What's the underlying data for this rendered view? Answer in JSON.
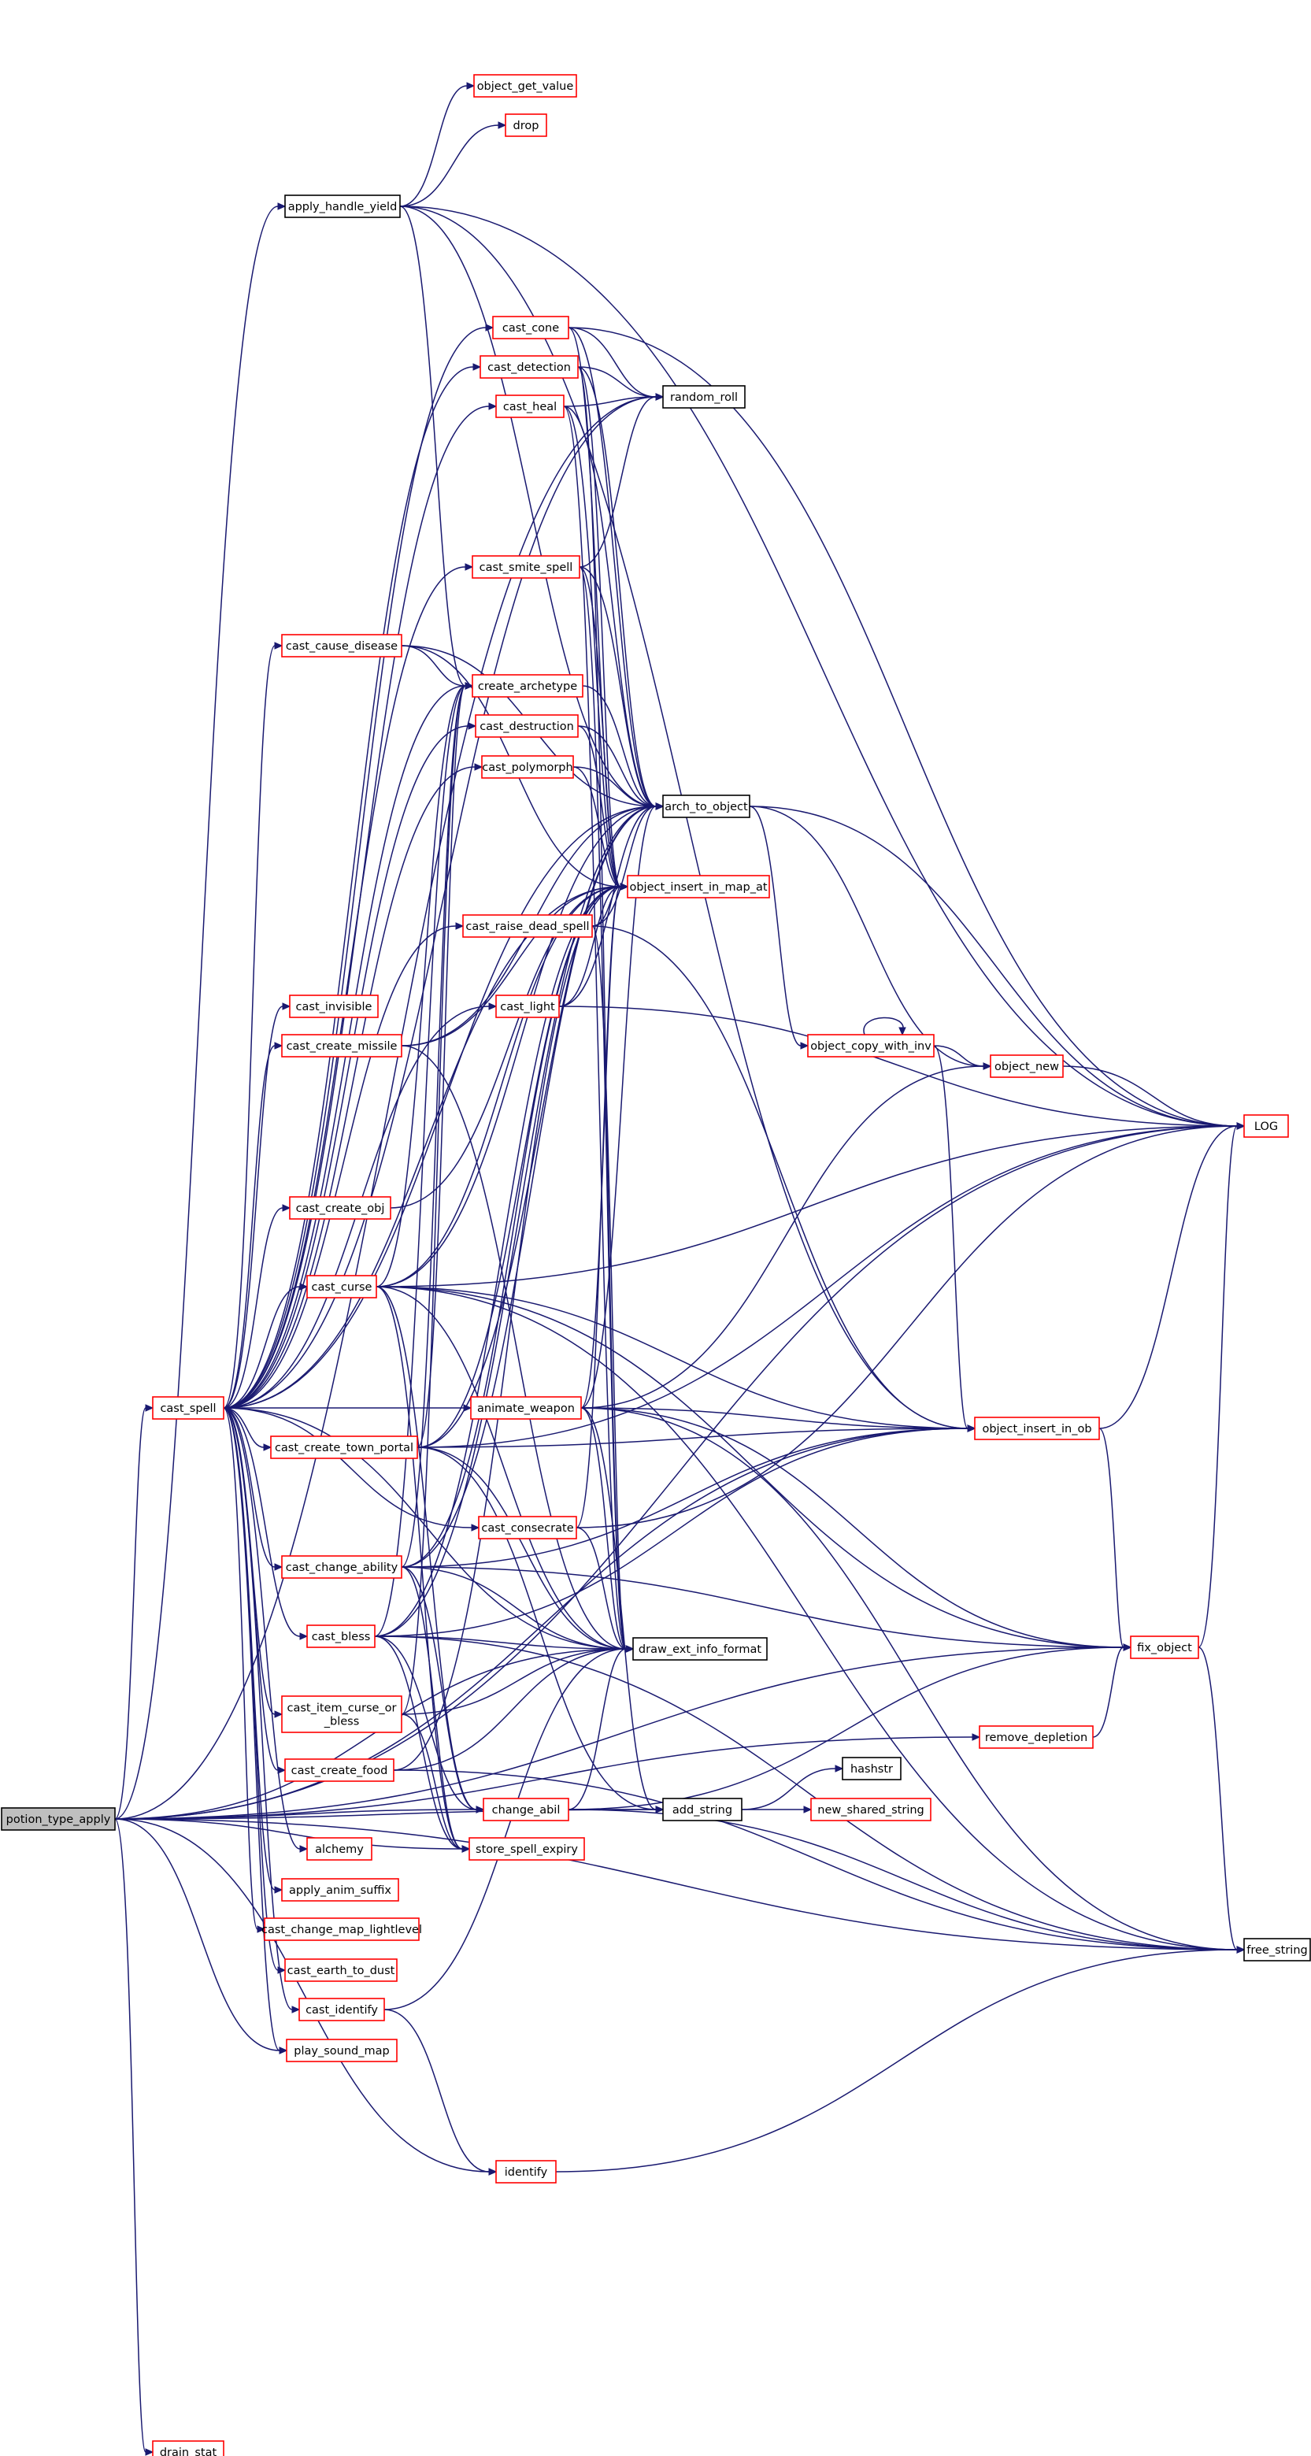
{
  "graph": {
    "colors": {
      "edge": "#191970",
      "root_fill": "#bfbfbf",
      "root_border": "#000000",
      "node_fill": "#ffffff",
      "node_border_red": "#ff0000",
      "node_border_black": "#000000",
      "text": "#000000"
    },
    "nodes": [
      {
        "id": "potion_type_apply",
        "lines": [
          "potion_type_apply"
        ],
        "style": "root"
      },
      {
        "id": "object_get_value",
        "lines": [
          "object_get_value"
        ],
        "style": "red"
      },
      {
        "id": "drop",
        "lines": [
          "drop"
        ],
        "style": "red"
      },
      {
        "id": "apply_handle_yield",
        "lines": [
          "apply_handle_yield"
        ],
        "style": "black"
      },
      {
        "id": "cast_cone",
        "lines": [
          "cast_cone"
        ],
        "style": "red"
      },
      {
        "id": "cast_detection",
        "lines": [
          "cast_detection"
        ],
        "style": "red"
      },
      {
        "id": "random_roll",
        "lines": [
          "random_roll"
        ],
        "style": "black"
      },
      {
        "id": "cast_heal",
        "lines": [
          "cast_heal"
        ],
        "style": "red"
      },
      {
        "id": "cast_smite_spell",
        "lines": [
          "cast_smite_spell"
        ],
        "style": "red"
      },
      {
        "id": "cast_cause_disease",
        "lines": [
          "cast_cause_disease"
        ],
        "style": "red"
      },
      {
        "id": "create_archetype",
        "lines": [
          "create_archetype"
        ],
        "style": "red"
      },
      {
        "id": "cast_destruction",
        "lines": [
          "cast_destruction"
        ],
        "style": "red"
      },
      {
        "id": "cast_polymorph",
        "lines": [
          "cast_polymorph"
        ],
        "style": "red"
      },
      {
        "id": "arch_to_object",
        "lines": [
          "arch_to_object"
        ],
        "style": "black"
      },
      {
        "id": "object_insert_in_map_at",
        "lines": [
          "object_insert_in_map_at"
        ],
        "style": "red"
      },
      {
        "id": "cast_raise_dead_spell",
        "lines": [
          "cast_raise_dead_spell"
        ],
        "style": "red"
      },
      {
        "id": "cast_invisible",
        "lines": [
          "cast_invisible"
        ],
        "style": "red"
      },
      {
        "id": "cast_light",
        "lines": [
          "cast_light"
        ],
        "style": "red"
      },
      {
        "id": "cast_create_missile",
        "lines": [
          "cast_create_missile"
        ],
        "style": "red"
      },
      {
        "id": "object_copy_with_inv",
        "lines": [
          "object_copy_with_inv"
        ],
        "style": "red"
      },
      {
        "id": "object_new",
        "lines": [
          "object_new"
        ],
        "style": "red"
      },
      {
        "id": "LOG",
        "lines": [
          "LOG"
        ],
        "style": "red"
      },
      {
        "id": "cast_create_obj",
        "lines": [
          "cast_create_obj"
        ],
        "style": "red"
      },
      {
        "id": "cast_curse",
        "lines": [
          "cast_curse"
        ],
        "style": "red"
      },
      {
        "id": "cast_spell",
        "lines": [
          "cast_spell"
        ],
        "style": "red"
      },
      {
        "id": "animate_weapon",
        "lines": [
          "animate_weapon"
        ],
        "style": "red"
      },
      {
        "id": "object_insert_in_ob",
        "lines": [
          "object_insert_in_ob"
        ],
        "style": "red"
      },
      {
        "id": "cast_create_town_portal",
        "lines": [
          "cast_create_town_portal"
        ],
        "style": "red"
      },
      {
        "id": "cast_consecrate",
        "lines": [
          "cast_consecrate"
        ],
        "style": "red"
      },
      {
        "id": "cast_change_ability",
        "lines": [
          "cast_change_ability"
        ],
        "style": "red"
      },
      {
        "id": "fix_object",
        "lines": [
          "fix_object"
        ],
        "style": "red"
      },
      {
        "id": "cast_bless",
        "lines": [
          "cast_bless"
        ],
        "style": "red"
      },
      {
        "id": "draw_ext_info_format",
        "lines": [
          "draw_ext_info_format"
        ],
        "style": "black"
      },
      {
        "id": "cast_item_curse_or_bless",
        "lines": [
          "cast_item_curse_or",
          "_bless"
        ],
        "style": "red"
      },
      {
        "id": "remove_depletion",
        "lines": [
          "remove_depletion"
        ],
        "style": "red"
      },
      {
        "id": "hashstr",
        "lines": [
          "hashstr"
        ],
        "style": "black"
      },
      {
        "id": "cast_create_food",
        "lines": [
          "cast_create_food"
        ],
        "style": "red"
      },
      {
        "id": "change_abil",
        "lines": [
          "change_abil"
        ],
        "style": "red"
      },
      {
        "id": "add_string",
        "lines": [
          "add_string"
        ],
        "style": "black"
      },
      {
        "id": "new_shared_string",
        "lines": [
          "new_shared_string"
        ],
        "style": "red"
      },
      {
        "id": "alchemy",
        "lines": [
          "alchemy"
        ],
        "style": "red"
      },
      {
        "id": "store_spell_expiry",
        "lines": [
          "store_spell_expiry"
        ],
        "style": "red"
      },
      {
        "id": "apply_anim_suffix",
        "lines": [
          "apply_anim_suffix"
        ],
        "style": "red"
      },
      {
        "id": "cast_change_map_lightlevel",
        "lines": [
          "cast_change_map_lightlevel"
        ],
        "style": "red"
      },
      {
        "id": "free_string",
        "lines": [
          "free_string"
        ],
        "style": "black"
      },
      {
        "id": "cast_earth_to_dust",
        "lines": [
          "cast_earth_to_dust"
        ],
        "style": "red"
      },
      {
        "id": "cast_identify",
        "lines": [
          "cast_identify"
        ],
        "style": "red"
      },
      {
        "id": "play_sound_map",
        "lines": [
          "play_sound_map"
        ],
        "style": "red"
      },
      {
        "id": "identify",
        "lines": [
          "identify"
        ],
        "style": "red"
      },
      {
        "id": "drain_stat",
        "lines": [
          "drain_stat"
        ],
        "style": "red"
      }
    ],
    "edges": [
      [
        "potion_type_apply",
        "apply_handle_yield"
      ],
      [
        "potion_type_apply",
        "random_roll"
      ],
      [
        "potion_type_apply",
        "cast_spell"
      ],
      [
        "potion_type_apply",
        "play_sound_map"
      ],
      [
        "potion_type_apply",
        "identify"
      ],
      [
        "potion_type_apply",
        "change_abil"
      ],
      [
        "potion_type_apply",
        "store_spell_expiry"
      ],
      [
        "potion_type_apply",
        "add_string"
      ],
      [
        "potion_type_apply",
        "draw_ext_info_format"
      ],
      [
        "potion_type_apply",
        "object_insert_in_ob"
      ],
      [
        "potion_type_apply",
        "fix_object"
      ],
      [
        "potion_type_apply",
        "remove_depletion"
      ],
      [
        "potion_type_apply",
        "LOG"
      ],
      [
        "potion_type_apply",
        "free_string"
      ],
      [
        "potion_type_apply",
        "drain_stat"
      ],
      [
        "apply_handle_yield",
        "object_get_value"
      ],
      [
        "apply_handle_yield",
        "drop"
      ],
      [
        "apply_handle_yield",
        "LOG"
      ],
      [
        "apply_handle_yield",
        "create_archetype"
      ],
      [
        "apply_handle_yield",
        "arch_to_object"
      ],
      [
        "apply_handle_yield",
        "object_insert_in_ob"
      ],
      [
        "cast_spell",
        "cast_cone"
      ],
      [
        "cast_spell",
        "cast_detection"
      ],
      [
        "cast_spell",
        "cast_heal"
      ],
      [
        "cast_spell",
        "cast_smite_spell"
      ],
      [
        "cast_spell",
        "cast_cause_disease"
      ],
      [
        "cast_spell",
        "create_archetype"
      ],
      [
        "cast_spell",
        "cast_destruction"
      ],
      [
        "cast_spell",
        "cast_polymorph"
      ],
      [
        "cast_spell",
        "cast_raise_dead_spell"
      ],
      [
        "cast_spell",
        "cast_invisible"
      ],
      [
        "cast_spell",
        "cast_light"
      ],
      [
        "cast_spell",
        "cast_create_missile"
      ],
      [
        "cast_spell",
        "cast_create_obj"
      ],
      [
        "cast_spell",
        "cast_curse"
      ],
      [
        "cast_spell",
        "animate_weapon"
      ],
      [
        "cast_spell",
        "cast_create_town_portal"
      ],
      [
        "cast_spell",
        "cast_consecrate"
      ],
      [
        "cast_spell",
        "cast_change_ability"
      ],
      [
        "cast_spell",
        "cast_bless"
      ],
      [
        "cast_spell",
        "cast_item_curse_or_bless"
      ],
      [
        "cast_spell",
        "cast_create_food"
      ],
      [
        "cast_spell",
        "alchemy"
      ],
      [
        "cast_spell",
        "apply_anim_suffix"
      ],
      [
        "cast_spell",
        "cast_change_map_lightlevel"
      ],
      [
        "cast_spell",
        "cast_earth_to_dust"
      ],
      [
        "cast_spell",
        "cast_identify"
      ],
      [
        "cast_spell",
        "play_sound_map"
      ],
      [
        "cast_spell",
        "random_roll"
      ],
      [
        "cast_spell",
        "arch_to_object"
      ],
      [
        "cast_spell",
        "object_insert_in_map_at"
      ],
      [
        "cast_spell",
        "draw_ext_info_format"
      ],
      [
        "cast_cone",
        "random_roll"
      ],
      [
        "cast_cone",
        "arch_to_object"
      ],
      [
        "cast_cone",
        "object_insert_in_map_at"
      ],
      [
        "cast_cone",
        "LOG"
      ],
      [
        "cast_detection",
        "random_roll"
      ],
      [
        "cast_detection",
        "arch_to_object"
      ],
      [
        "cast_detection",
        "object_insert_in_map_at"
      ],
      [
        "cast_detection",
        "draw_ext_info_format"
      ],
      [
        "cast_heal",
        "random_roll"
      ],
      [
        "cast_heal",
        "arch_to_object"
      ],
      [
        "cast_heal",
        "object_insert_in_map_at"
      ],
      [
        "cast_heal",
        "draw_ext_info_format"
      ],
      [
        "cast_smite_spell",
        "random_roll"
      ],
      [
        "cast_smite_spell",
        "arch_to_object"
      ],
      [
        "cast_smite_spell",
        "object_insert_in_map_at"
      ],
      [
        "cast_smite_spell",
        "draw_ext_info_format"
      ],
      [
        "cast_cause_disease",
        "create_archetype"
      ],
      [
        "cast_cause_disease",
        "arch_to_object"
      ],
      [
        "cast_cause_disease",
        "object_insert_in_map_at"
      ],
      [
        "create_archetype",
        "arch_to_object"
      ],
      [
        "cast_destruction",
        "arch_to_object"
      ],
      [
        "cast_destruction",
        "object_insert_in_map_at"
      ],
      [
        "cast_polymorph",
        "arch_to_object"
      ],
      [
        "cast_polymorph",
        "object_insert_in_map_at"
      ],
      [
        "arch_to_object",
        "object_copy_with_inv"
      ],
      [
        "arch_to_object",
        "object_new"
      ],
      [
        "arch_to_object",
        "LOG"
      ],
      [
        "object_copy_with_inv",
        "object_copy_with_inv"
      ],
      [
        "object_copy_with_inv",
        "object_new"
      ],
      [
        "object_copy_with_inv",
        "object_insert_in_ob"
      ],
      [
        "object_new",
        "LOG"
      ],
      [
        "cast_raise_dead_spell",
        "arch_to_object"
      ],
      [
        "cast_raise_dead_spell",
        "object_insert_in_map_at"
      ],
      [
        "cast_raise_dead_spell",
        "draw_ext_info_format"
      ],
      [
        "cast_raise_dead_spell",
        "object_insert_in_ob"
      ],
      [
        "cast_light",
        "arch_to_object"
      ],
      [
        "cast_light",
        "object_insert_in_map_at"
      ],
      [
        "cast_light",
        "LOG"
      ],
      [
        "cast_create_missile",
        "arch_to_object"
      ],
      [
        "cast_create_missile",
        "object_insert_in_map_at"
      ],
      [
        "cast_create_missile",
        "draw_ext_info_format"
      ],
      [
        "cast_create_obj",
        "object_insert_in_map_at"
      ],
      [
        "cast_curse",
        "create_archetype"
      ],
      [
        "cast_curse",
        "arch_to_object"
      ],
      [
        "cast_curse",
        "object_insert_in_map_at"
      ],
      [
        "cast_curse",
        "LOG"
      ],
      [
        "cast_curse",
        "object_insert_in_ob"
      ],
      [
        "cast_curse",
        "fix_object"
      ],
      [
        "cast_curse",
        "change_abil"
      ],
      [
        "cast_curse",
        "store_spell_expiry"
      ],
      [
        "cast_curse",
        "draw_ext_info_format"
      ],
      [
        "cast_curse",
        "free_string"
      ],
      [
        "animate_weapon",
        "arch_to_object"
      ],
      [
        "animate_weapon",
        "object_insert_in_map_at"
      ],
      [
        "animate_weapon",
        "object_new"
      ],
      [
        "animate_weapon",
        "object_insert_in_ob"
      ],
      [
        "animate_weapon",
        "fix_object"
      ],
      [
        "animate_weapon",
        "draw_ext_info_format"
      ],
      [
        "animate_weapon",
        "add_string"
      ],
      [
        "animate_weapon",
        "free_string"
      ],
      [
        "cast_create_town_portal",
        "create_archetype"
      ],
      [
        "cast_create_town_portal",
        "arch_to_object"
      ],
      [
        "cast_create_town_portal",
        "object_insert_in_map_at"
      ],
      [
        "cast_create_town_portal",
        "object_insert_in_ob"
      ],
      [
        "cast_create_town_portal",
        "LOG"
      ],
      [
        "cast_create_town_portal",
        "draw_ext_info_format"
      ],
      [
        "cast_create_town_portal",
        "add_string"
      ],
      [
        "cast_consecrate",
        "draw_ext_info_format"
      ],
      [
        "cast_consecrate",
        "LOG"
      ],
      [
        "cast_consecrate",
        "object_insert_in_map_at"
      ],
      [
        "cast_change_ability",
        "create_archetype"
      ],
      [
        "cast_change_ability",
        "arch_to_object"
      ],
      [
        "cast_change_ability",
        "object_insert_in_map_at"
      ],
      [
        "cast_change_ability",
        "object_insert_in_ob"
      ],
      [
        "cast_change_ability",
        "change_abil"
      ],
      [
        "cast_change_ability",
        "store_spell_expiry"
      ],
      [
        "cast_change_ability",
        "draw_ext_info_format"
      ],
      [
        "cast_change_ability",
        "fix_object"
      ],
      [
        "cast_bless",
        "create_archetype"
      ],
      [
        "cast_bless",
        "arch_to_object"
      ],
      [
        "cast_bless",
        "object_insert_in_map_at"
      ],
      [
        "cast_bless",
        "object_insert_in_ob"
      ],
      [
        "cast_bless",
        "change_abil"
      ],
      [
        "cast_bless",
        "store_spell_expiry"
      ],
      [
        "cast_bless",
        "draw_ext_info_format"
      ],
      [
        "cast_bless",
        "free_string"
      ],
      [
        "cast_item_curse_or_bless",
        "create_archetype"
      ],
      [
        "cast_item_curse_or_bless",
        "store_spell_expiry"
      ],
      [
        "cast_item_curse_or_bless",
        "draw_ext_info_format"
      ],
      [
        "cast_create_food",
        "object_insert_in_map_at"
      ],
      [
        "cast_create_food",
        "draw_ext_info_format"
      ],
      [
        "cast_create_food",
        "free_string"
      ],
      [
        "change_abil",
        "draw_ext_info_format"
      ],
      [
        "change_abil",
        "add_string"
      ],
      [
        "change_abil",
        "fix_object"
      ],
      [
        "change_abil",
        "free_string"
      ],
      [
        "add_string",
        "hashstr"
      ],
      [
        "add_string",
        "new_shared_string"
      ],
      [
        "object_insert_in_ob",
        "fix_object"
      ],
      [
        "object_insert_in_ob",
        "LOG"
      ],
      [
        "fix_object",
        "LOG"
      ],
      [
        "fix_object",
        "free_string"
      ],
      [
        "remove_depletion",
        "fix_object"
      ],
      [
        "cast_identify",
        "identify"
      ],
      [
        "cast_identify",
        "draw_ext_info_format"
      ],
      [
        "identify",
        "free_string"
      ]
    ]
  }
}
